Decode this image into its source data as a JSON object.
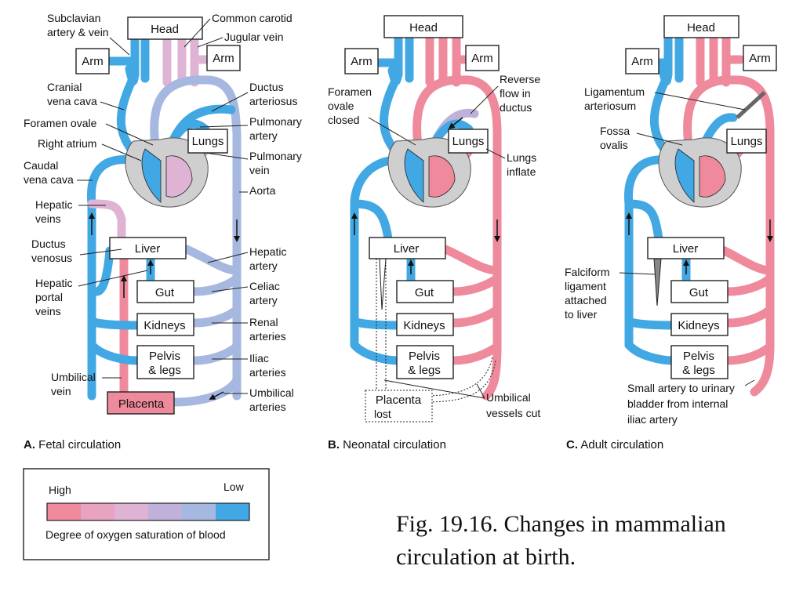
{
  "colors": {
    "high": "#ee8a9c",
    "high2": "#e7a3c0",
    "mid1": "#dfb3d4",
    "mid2": "#bfb1da",
    "mid3": "#a6b7e0",
    "low": "#41a8e3",
    "purple": "#c39bcc",
    "gray": "#cfcfcf",
    "lavender": "#a8b4e0"
  },
  "panelA": {
    "title_letter": "A.",
    "title": "Fetal circulation",
    "boxes": {
      "head": "Head",
      "arm_left": "Arm",
      "arm_right": "Arm",
      "lungs": "Lungs",
      "liver": "Liver",
      "gut": "Gut",
      "kidneys": "Kidneys",
      "pelvis_1": "Pelvis",
      "pelvis_2": "& legs",
      "placenta": "Placenta"
    },
    "labels": {
      "subclavian_1": "Subclavian",
      "subclavian_2": "artery & vein",
      "common_carotid": "Common carotid",
      "jugular_vein": "Jugular vein",
      "cranial_1": "Cranial",
      "cranial_2": "vena cava",
      "ductus_art_1": "Ductus",
      "ductus_art_2": "arteriosus",
      "foramen_ovale": "Foramen ovale",
      "pulm_artery_1": "Pulmonary",
      "pulm_artery_2": "artery",
      "right_atrium": "Right atrium",
      "pulm_vein_1": "Pulmonary",
      "pulm_vein_2": "vein",
      "caudal_1": "Caudal",
      "caudal_2": "vena cava",
      "aorta": "Aorta",
      "hepatic_veins_1": "Hepatic",
      "hepatic_veins_2": "veins",
      "ductus_ven_1": "Ductus",
      "ductus_ven_2": "venosus",
      "hepatic_artery_1": "Hepatic",
      "hepatic_artery_2": "artery",
      "hepatic_portal_1": "Hepatic",
      "hepatic_portal_2": "portal",
      "hepatic_portal_3": "veins",
      "celiac_1": "Celiac",
      "celiac_2": "artery",
      "renal_1": "Renal",
      "renal_2": "arteries",
      "iliac_1": "Iliac",
      "iliac_2": "arteries",
      "umb_vein_1": "Umbilical",
      "umb_vein_2": "vein",
      "umb_art_1": "Umbilical",
      "umb_art_2": "arteries"
    }
  },
  "panelB": {
    "title_letter": "B.",
    "title": "Neonatal circulation",
    "boxes": {
      "head": "Head",
      "arm_left": "Arm",
      "arm_right": "Arm",
      "lungs": "Lungs",
      "liver": "Liver",
      "gut": "Gut",
      "kidneys": "Kidneys",
      "pelvis_1": "Pelvis",
      "pelvis_2": "& legs",
      "placenta_1": "Placenta",
      "placenta_2": "lost"
    },
    "labels": {
      "foramen_1": "Foramen",
      "foramen_2": "ovale",
      "foramen_3": "closed",
      "reverse_1": "Reverse",
      "reverse_2": "flow in",
      "reverse_3": "ductus",
      "lungs_inflate_1": "Lungs",
      "lungs_inflate_2": "inflate",
      "umb_cut_1": "Umbilical",
      "umb_cut_2": "vessels cut"
    }
  },
  "panelC": {
    "title_letter": "C.",
    "title": "Adult circulation",
    "boxes": {
      "head": "Head",
      "arm_left": "Arm",
      "arm_right": "Arm",
      "lungs": "Lungs",
      "liver": "Liver",
      "gut": "Gut",
      "kidneys": "Kidneys",
      "pelvis_1": "Pelvis",
      "pelvis_2": "& legs"
    },
    "labels": {
      "lig_art_1": "Ligamentum",
      "lig_art_2": "arteriosum",
      "fossa_1": "Fossa",
      "fossa_2": "ovalis",
      "falciform_1": "Falciform",
      "falciform_2": "ligament",
      "falciform_3": "attached",
      "falciform_4": "to liver",
      "small_artery_1": "Small artery to urinary",
      "small_artery_2": "bladder from internal",
      "small_artery_3": "iliac artery"
    }
  },
  "legend": {
    "high": "High",
    "low": "Low",
    "caption": "Degree of oxygen saturation of blood",
    "steps": [
      "#ee8a9c",
      "#e7a3c0",
      "#dfb3d4",
      "#bfb1da",
      "#a6b7e0",
      "#41a8e3"
    ]
  },
  "figure_caption": {
    "line1": "Fig. 19.16. Changes in mammalian",
    "line2": "circulation at birth."
  }
}
